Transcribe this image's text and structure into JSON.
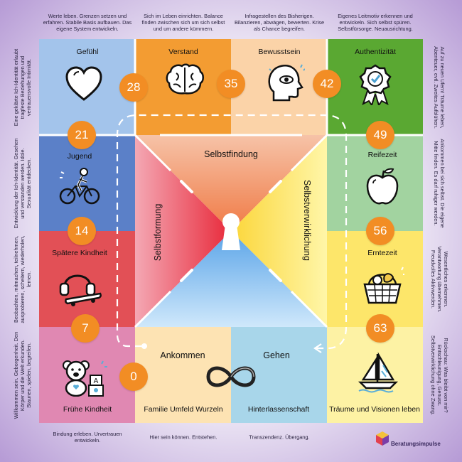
{
  "annotations": {
    "top_1": "Werte leben. Grenzen setzen und erfahren. Stabile Basis aufbauen. Das eigene System entwickeln.",
    "top_2": "Sich im Leben einrichten. Balance finden zwischen sich um sich selbst und um andere kümmern.",
    "top_3": "Infragestellen des Bisherigen. Bilanzieren, abwägen, bewerten. Krise als Chance begreifen.",
    "top_4": "Eigenes Leitmotiv erkennen und entwickeln. Sich selbst spüren. Selbstfürsorge. Neuausrichtung.",
    "left_1": "Eine geklärte Ich-Identität erlaubt tragfeste Beziehungen und vertrauensvolle Intimität.",
    "left_2": "Entwicklung der Ich-Identität. Gesehen und verstanden werden. Idole. Sexualität entdecken.",
    "left_3": "Beobachten, mitmachen, teilnehmen, ausprobieren, scheitern, wiederholen, lernen.",
    "left_4": "Willkommen sein. Geborgenheit. Den Körper und die Welt erkunden. Staunen, spielen, begreifen.",
    "right_1": "Auf zu neuen Ufern! Träume leben, Abenteuer, evtl. Zweites Aufblühen.",
    "right_2": "Ankommen bei sich selbst. Die eigene Mitte finden. Es darf ruhiger werden.",
    "right_3": "Wesentliches erkennen. Verantwortung übernehmen. Freudvolles Aktivwerden.",
    "right_4": "Rückschau: Was bleibt von mir? Entschleunigung, Genuss. Selbstverwirklichung ohne Zwang.",
    "bottom_1": "Bindung erleben. Urvertrauen entwickeln.",
    "bottom_2": "Hier sein können. Entstehen.",
    "bottom_3": "Transzendenz. Übergang."
  },
  "cells": {
    "gefuehl": "Gefühl",
    "verstand": "Verstand",
    "bewusstsein": "Bewusstsein",
    "authentizitaet": "Authentizität",
    "jugend": "Jugend",
    "reifezeit": "Reifezeit",
    "spaetere_kindheit": "Spätere Kindheit",
    "erntezeit": "Erntezeit",
    "fruehe_kindheit": "Frühe Kindheit",
    "traeume": "Träume und Visionen leben",
    "ankommen": "Ankommen",
    "familie": "Familie Umfeld Wurzeln",
    "gehen": "Gehen",
    "hinterlassenschaft": "Hinterlassenschaft"
  },
  "center": {
    "selbstfindung": "Selbstfindung",
    "selbstformung": "Selbstformung",
    "selbstverwirklichung": "Selbstverwirklichung"
  },
  "ages": {
    "a0": "0",
    "a7": "7",
    "a14": "14",
    "a21": "21",
    "a28": "28",
    "a35": "35",
    "a42": "42",
    "a49": "49",
    "a56": "56",
    "a63": "63"
  },
  "icons": [
    "heart-icon",
    "brain-icon",
    "head-eye-icon",
    "medal-icon",
    "cyclist-icon",
    "apple-icon",
    "headphones-skateboard-icon",
    "fruit-basket-icon",
    "teddy-blocks-icon",
    "sailboat-icon",
    "infinity-icon",
    "keyhole-icon"
  ],
  "colors": {
    "blue": "#a3c4eb",
    "orange": "#f39c32",
    "peach": "#fbd3a8",
    "green": "#5aa832",
    "royal": "#5b80c8",
    "lightgreen": "#a2d3a0",
    "red": "#e25056",
    "yellow": "#fde66a",
    "pink": "#e088b2",
    "cream": "#fdf2a4",
    "ageOrange": "#f28d24"
  },
  "brand": "Beratungsimpulse"
}
